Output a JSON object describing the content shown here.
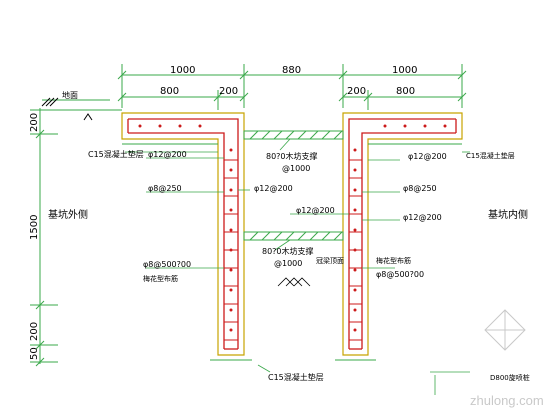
{
  "colors": {
    "dimension": "#3aa84a",
    "outline": "#c8a300",
    "rebar": "#cc1a1a",
    "text": "#000000",
    "hatch": "#3aa84a",
    "watermark": "#c9c9c9"
  },
  "dims": {
    "top_left_overall": "1000",
    "top_middle": "880",
    "top_right_overall": "1000",
    "left_slab": "800",
    "left_wall": "200",
    "right_wall": "200",
    "right_slab": "800",
    "ground_offset": "200",
    "height_main": "1500",
    "height_bottom_a": "50",
    "height_bottom_b": "200"
  },
  "labels": {
    "ground": "地面",
    "outside": "基坑外侧",
    "inside": "基坑内侧",
    "c15_left": "C15混凝土垫层",
    "c15_right": "C15混凝土垫层",
    "c15_bottom": "C15混凝土垫层",
    "rebar_phi12_200_left": "φ12@200",
    "rebar_phi12_200_right": "φ12@200",
    "strut_top": "80?0木坊支撑",
    "strut_top_spacing": "@1000",
    "rebar_phi8_250_left": "φ8@250",
    "rebar_phi12_200_mid_left": "φ12@200",
    "rebar_phi8_250_right": "φ8@250",
    "rebar_phi12_200_mid_right": "φ12@200",
    "rebar_phi12_200_lower_right": "φ12@200",
    "strut_bottom": "80?0木坊支撑",
    "strut_bottom_spacing": "@1000",
    "beam_top": "冠梁顶面",
    "rebar_phi8_left": "φ8@500?00",
    "plum_left": "梅花型布筋",
    "plum_right": "梅花型布筋",
    "rebar_phi8_right": "φ8@500?00",
    "pile": "D800旋喷桩",
    "watermark": "zhulong.com"
  }
}
